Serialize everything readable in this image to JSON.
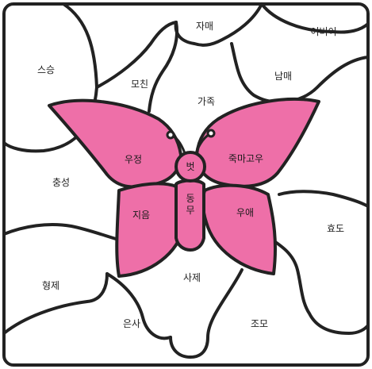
{
  "puzzle": {
    "colors": {
      "wing_fill": "#EE6FA8",
      "outline": "#222222",
      "background": "#FFFFFF"
    },
    "regions": {
      "outer": {
        "jamae": "자매",
        "eobeoi": "어버이",
        "seuseung": "스승",
        "mochin": "모친",
        "nammae": "남매",
        "gajok": "가족",
        "chungseong": "충성",
        "hyodo": "효도",
        "hyeongje": "형제",
        "samje": "사제",
        "eunsa": "은사",
        "jomo": "조모"
      },
      "butterfly": {
        "ujeong": "우정",
        "beot": "벗",
        "jukmagou": "죽마고우",
        "dongmu": "동\n무",
        "jieum": "지음",
        "uae": "우애"
      }
    }
  }
}
